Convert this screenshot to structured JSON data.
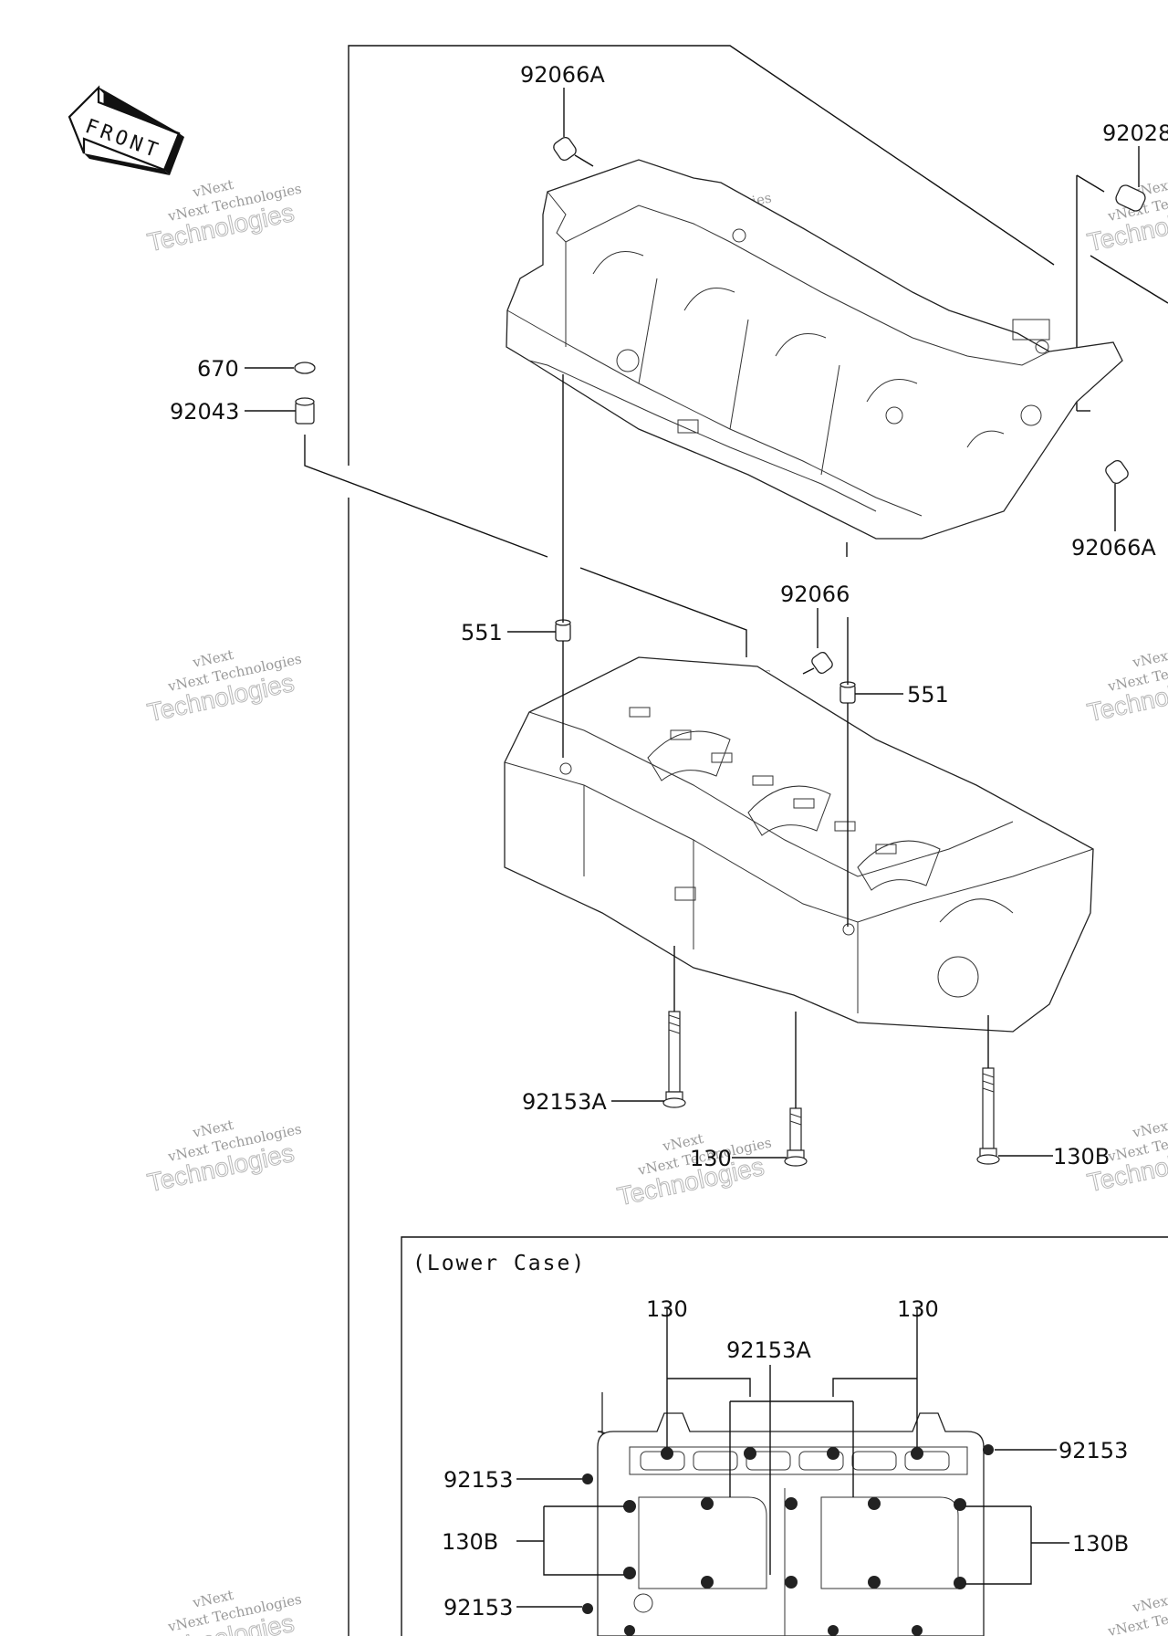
{
  "front_arrow_text": "FRONT",
  "callouts": {
    "c92066A_top": "92066A",
    "c92028": "92028",
    "c670": "670",
    "c92043": "92043",
    "c92066A_right": "92066A",
    "c92066": "92066",
    "c551_left": "551",
    "c551_right": "551",
    "c92153A": "92153A",
    "c130": "130",
    "c130B": "130B"
  },
  "lower_case": {
    "title": "(Lower Case)",
    "c130_left": "130",
    "c130_right": "130",
    "c92153A": "92153A",
    "c92153_right": "92153",
    "c92153_left1": "92153",
    "c130B_left": "130B",
    "c130B_right": "130B",
    "c92153_left2": "92153"
  },
  "watermark": {
    "line1": "vNext",
    "line2": "vNext Technologies",
    "line3": "Technologies"
  }
}
